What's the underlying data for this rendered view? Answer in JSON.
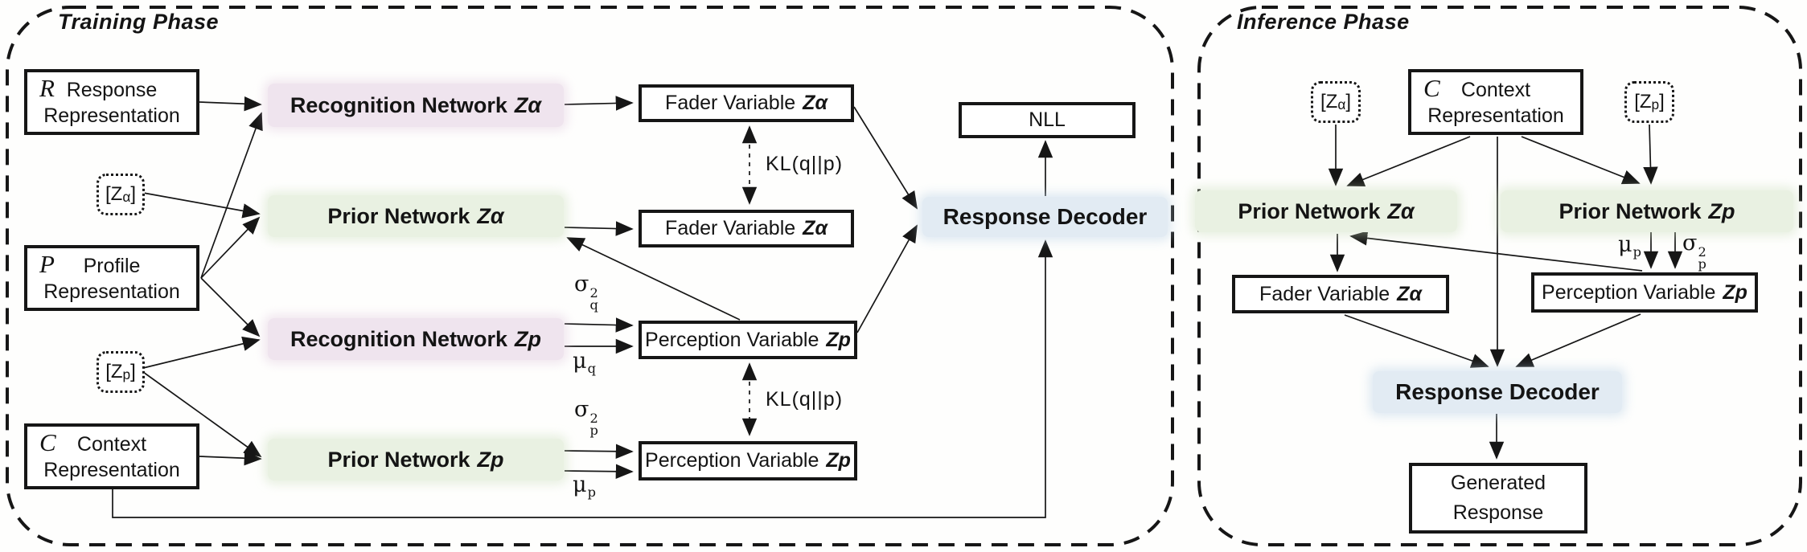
{
  "colors": {
    "recognition_bg": "#efe4ee",
    "prior_bg": "#e9f1e2",
    "decoder_bg": "#e2ebf3",
    "line_ink": "#161616"
  },
  "training": {
    "title": "Training Phase",
    "response_box": {
      "symbol": "R",
      "line1": "Response",
      "line2": "Representation"
    },
    "profile_box": {
      "symbol": "P",
      "line1": "Profile",
      "line2": "Representation"
    },
    "context_box": {
      "symbol": "C",
      "line1": "Context",
      "line2": "Representation"
    },
    "token_za": {
      "pre": "[Z",
      "sub": "α",
      "post": "]"
    },
    "token_zp": {
      "pre": "[Z",
      "sub": "p",
      "post": "]"
    },
    "recognition_za": {
      "name": "Recognition Network",
      "var": "Zα"
    },
    "prior_za": {
      "name": "Prior Network",
      "var": "Zα"
    },
    "recognition_zp": {
      "name": "Recognition Network",
      "var": "Zp"
    },
    "prior_zp": {
      "name": "Prior Network",
      "var": "Zp"
    },
    "fader_recognition": {
      "name": "Fader Variable",
      "var": "Zα"
    },
    "fader_prior": {
      "name": "Fader Variable",
      "var": "Zα"
    },
    "perception_recognition": {
      "name": "Perception Variable",
      "var": "Zp"
    },
    "perception_prior": {
      "name": "Perception Variable",
      "var": "Zp"
    },
    "kl_label": "KL(q||p)",
    "nll_label": "NLL",
    "decoder_label": "Response Decoder",
    "sigma_q": {
      "base": "σ",
      "sup": "2",
      "sub": "q"
    },
    "mu_q": {
      "base": "μ",
      "sub": "q"
    },
    "sigma_p": {
      "base": "σ",
      "sup": "2",
      "sub": "p"
    },
    "mu_p": {
      "base": "μ",
      "sub": "p"
    }
  },
  "inference": {
    "title": "Inference Phase",
    "token_za": {
      "pre": "[Z",
      "sub": "α",
      "post": "]"
    },
    "context_box": {
      "symbol": "C",
      "line1": "Context",
      "line2": "Representation"
    },
    "token_zp": {
      "pre": "[Z",
      "sub": "p",
      "post": "]"
    },
    "prior_za": {
      "name": "Prior Network",
      "var": "Zα"
    },
    "prior_zp": {
      "name": "Prior Network",
      "var": "Zp"
    },
    "fader": {
      "name": "Fader Variable",
      "var": "Zα"
    },
    "perception": {
      "name": "Perception Variable",
      "var": "Zp"
    },
    "mu_p": {
      "base": "μ",
      "sub": "p"
    },
    "sigma_p": {
      "base": "σ",
      "sup": "2",
      "sub": "p"
    },
    "decoder_label": "Response Decoder",
    "generated_box": {
      "line1": "Generated",
      "line2": "Response"
    }
  }
}
